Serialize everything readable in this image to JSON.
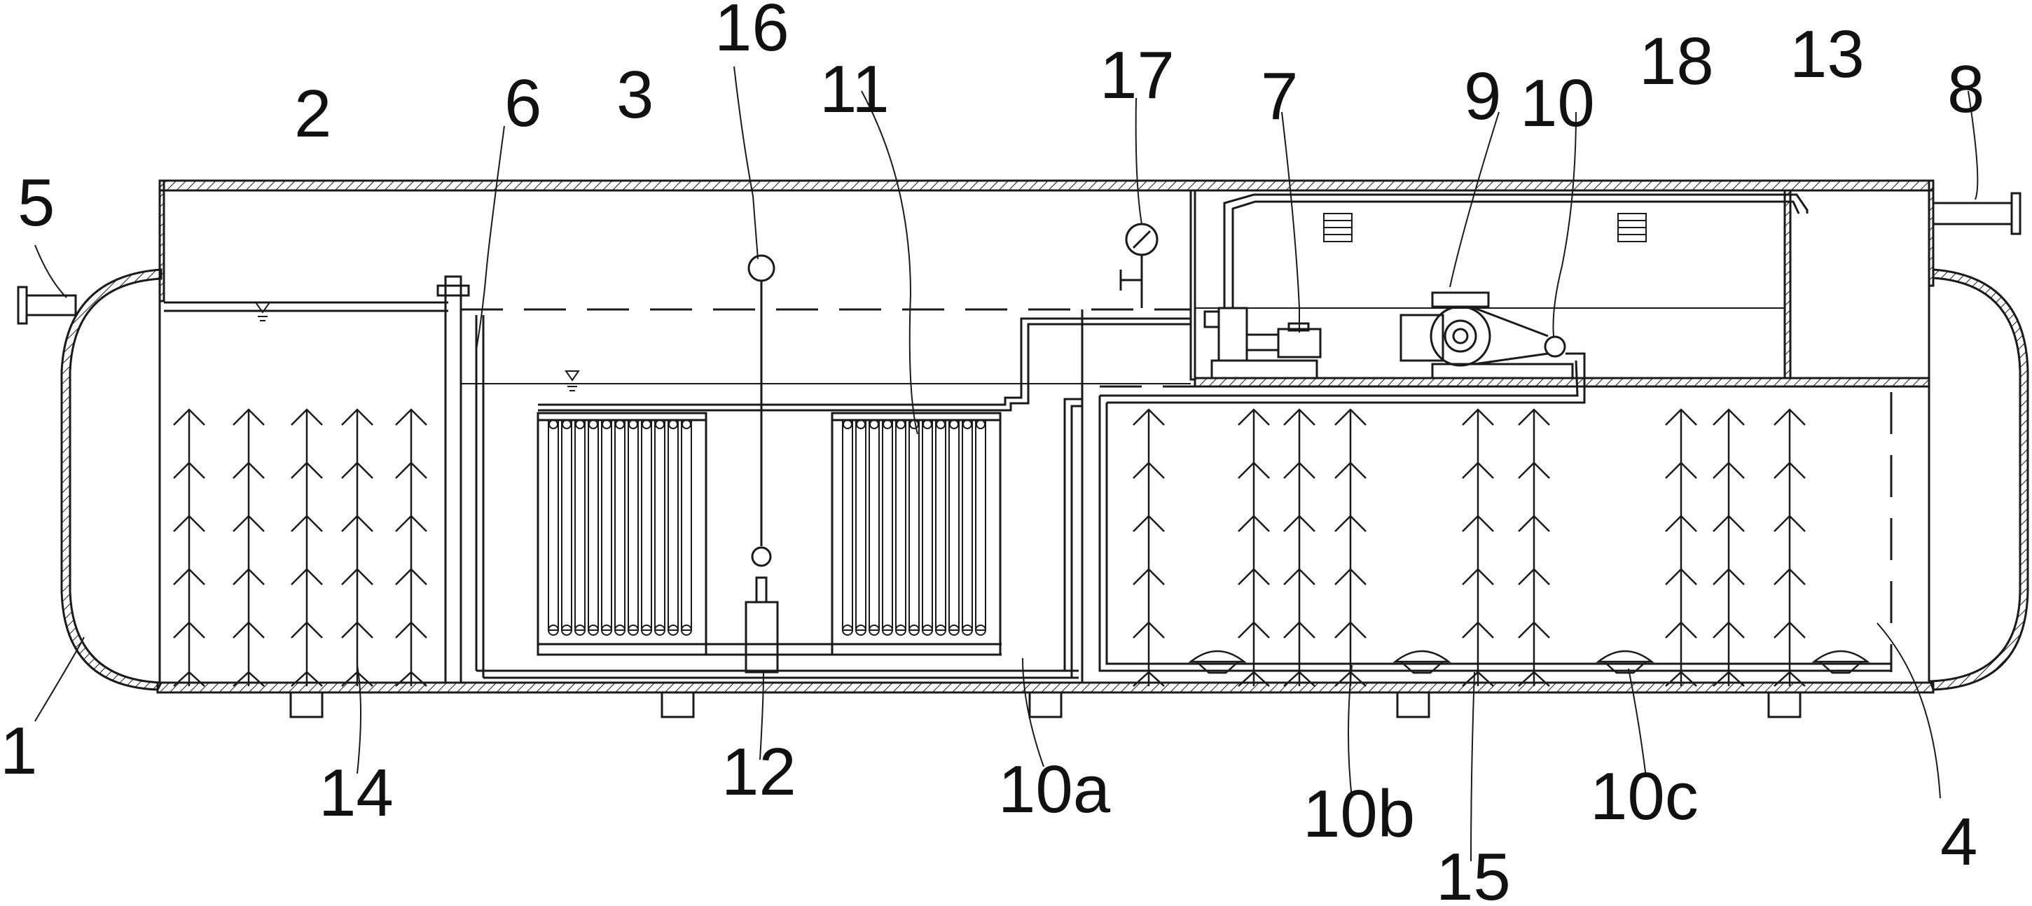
{
  "labels": {
    "l1": "1",
    "l2": "2",
    "l3": "3",
    "l4": "4",
    "l5": "5",
    "l6": "6",
    "l7": "7",
    "l8": "8",
    "l9": "9",
    "l10": "10",
    "l10a": "10a",
    "l10b": "10b",
    "l10c": "10c",
    "l11": "11",
    "l12": "12",
    "l13": "13",
    "l14": "14",
    "l15": "15",
    "l16": "16",
    "l17": "17",
    "l18": "18"
  },
  "style": {
    "line_color": "#1a1a1a",
    "background": "#ffffff"
  }
}
